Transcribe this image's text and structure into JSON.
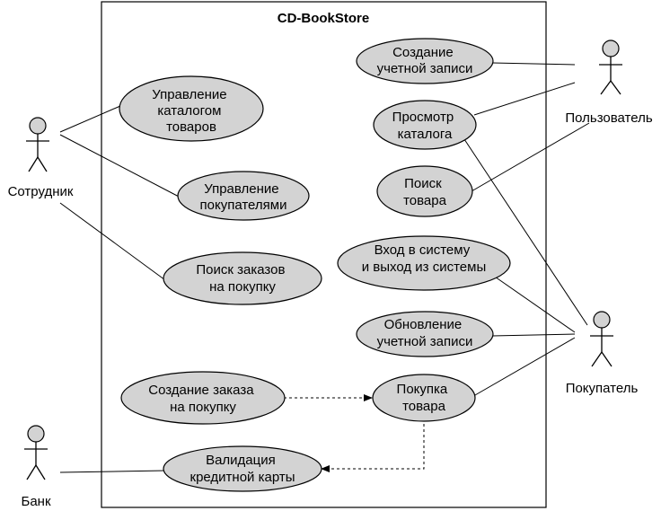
{
  "system": {
    "name": "CD-BookStore"
  },
  "actors": {
    "employee": "Сотрудник",
    "user": "Пользователь",
    "buyer": "Покупатель",
    "bank": "Банк"
  },
  "use_cases": {
    "manage_catalog": [
      "Управление",
      "каталогом",
      "товаров"
    ],
    "manage_customers": [
      "Управление",
      "покупателями"
    ],
    "search_orders": [
      "Поиск заказов",
      "на покупку"
    ],
    "create_order": [
      "Создание заказа",
      "на покупку"
    ],
    "validate_card": [
      "Валидация",
      "кредитной карты"
    ],
    "create_account": [
      "Создание",
      "учетной записи"
    ],
    "browse_catalog": [
      "Просмотр",
      "каталога"
    ],
    "search_item": [
      "Поиск",
      "товара"
    ],
    "login_logout": [
      "Вход в систему",
      "и выход из системы"
    ],
    "update_account": [
      "Обновление",
      "учетной записи"
    ],
    "buy_item": [
      "Покупка",
      "товара"
    ]
  }
}
